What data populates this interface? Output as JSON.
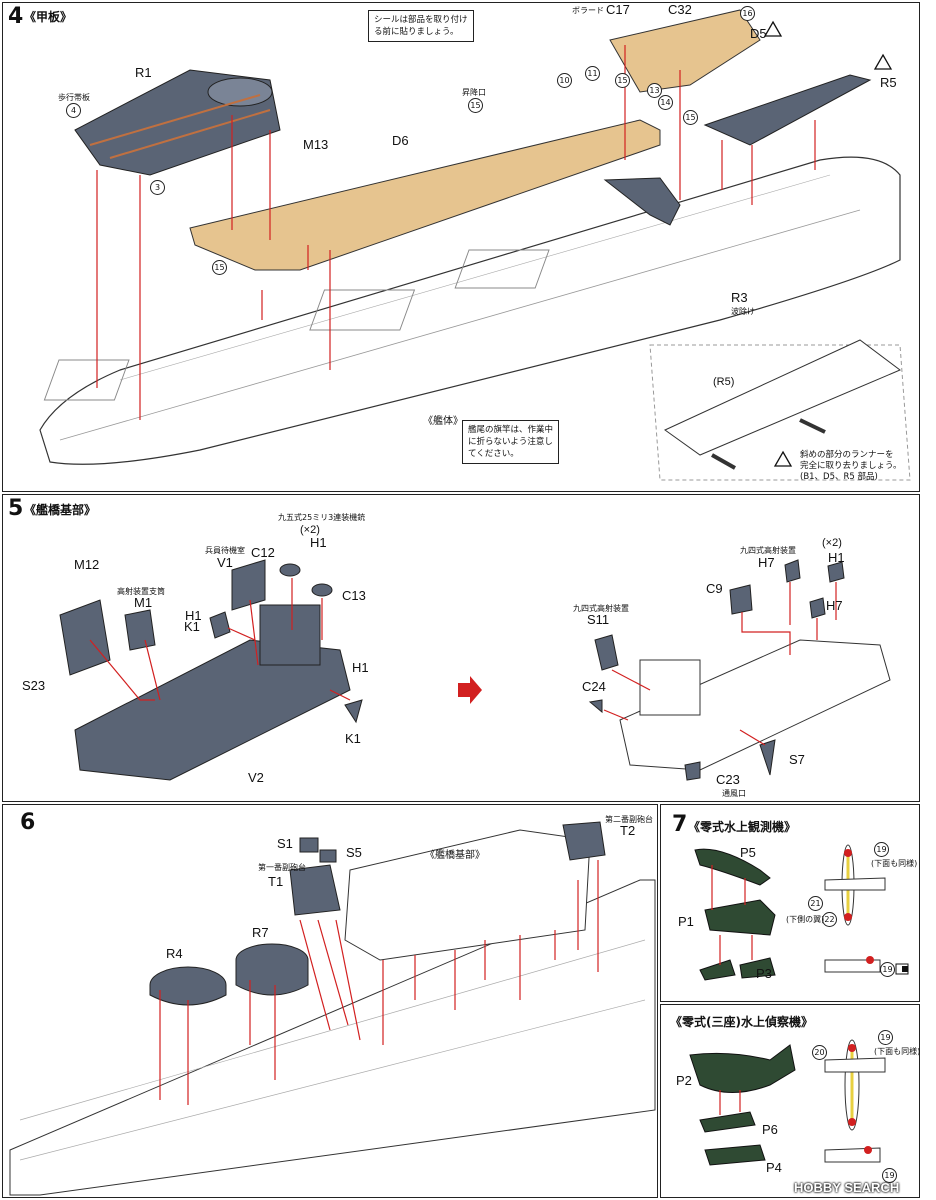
{
  "step4": {
    "num": "4",
    "title": "《甲板》",
    "note_top": [
      "シールは部品を取り付け",
      "る前に貼りましょう。"
    ],
    "labels": {
      "r1": "R1",
      "hokou": "歩行帯板",
      "m13": "M13",
      "d6": "D6",
      "c17": "C17",
      "bollard": "ボラード",
      "c32": "C32",
      "d5": "D5",
      "r5": "R5",
      "r3": "R3",
      "namiyoke": "波除け",
      "shokoguchi": "昇降口",
      "kantai": "《艦体》",
      "r5paren": "(R5)"
    },
    "circled": [
      "4",
      "3",
      "15",
      "10",
      "11",
      "15",
      "13",
      "14",
      "15",
      "16",
      "15",
      "15"
    ],
    "note_flag": [
      "艦尾の旗竿は、作業中",
      "に折らないよう注意し",
      "てください。"
    ],
    "note_runner": [
      "斜めの部分のランナーを",
      "完全に取り去りましょう。",
      "(B1、D5、R5 部品)"
    ]
  },
  "step5": {
    "num": "5",
    "title": "《艦橋基部》",
    "labels": {
      "m12": "M12",
      "kosha_shitou": "高射装置支筒",
      "m1": "M1",
      "s23": "S23",
      "v2": "V2",
      "heigu": "兵員待機室",
      "v1": "V1",
      "c12": "C12",
      "h1a": "H1",
      "k1a": "K1",
      "type95": "九五式25ミリ3連装機銃",
      "x2a": "(×2)",
      "h1b": "H1",
      "c13": "C13",
      "h1c": "H1",
      "k1b": "K1",
      "type94a": "九四式高射装置",
      "s11": "S11",
      "c24": "C24",
      "c9": "C9",
      "type94b": "九四式高射装置",
      "h7a": "H7",
      "x2b": "(×2)",
      "h1d": "H1",
      "h7b": "H7",
      "s7": "S7",
      "c23": "C23",
      "tsufu": "通風口"
    }
  },
  "step6": {
    "num": "6",
    "labels": {
      "s1": "S1",
      "s5": "S5",
      "fukuhou1": "第一番副砲台",
      "t1": "T1",
      "r4": "R4",
      "r7": "R7",
      "kankyo": "《艦橋基部》",
      "fukuhou2": "第二番副砲台",
      "t2": "T2"
    }
  },
  "step7": {
    "num": "7",
    "title": "《零式水上観測機》",
    "labels": {
      "p5": "P5",
      "p1": "P1",
      "p3": "P3",
      "shita": "(下面も同様)",
      "shita_tsubasa": "(下側の翼)"
    },
    "circled": [
      "19",
      "21",
      "22",
      "19"
    ]
  },
  "step8": {
    "title": "《零式(三座)水上偵察機》",
    "labels": {
      "p2": "P2",
      "p6": "P6",
      "p4": "P4",
      "shita": "(下面も同様)"
    },
    "circled": [
      "20",
      "19",
      "19"
    ]
  },
  "watermark": "HOBBY SEARCH",
  "colors": {
    "grey": "#5a6475",
    "deck": "#e6c48f",
    "green": "#2f4a33",
    "red": "#d22020",
    "line": "#222222"
  }
}
